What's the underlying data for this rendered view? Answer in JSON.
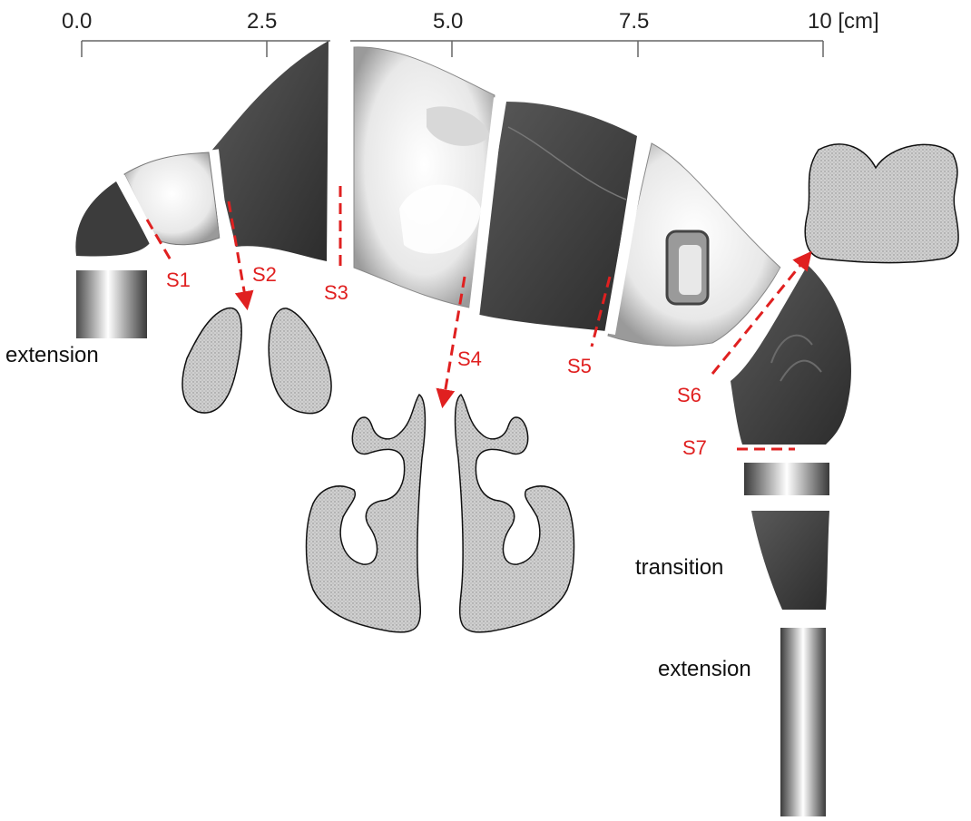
{
  "scale": {
    "ticks": [
      "0.0",
      "2.5",
      "5.0",
      "7.5",
      "10 [cm]"
    ],
    "color": "#666666"
  },
  "sections": {
    "color": "#e02020",
    "labels": [
      "S1",
      "S2",
      "S3",
      "S4",
      "S5",
      "S6",
      "S7"
    ]
  },
  "parts": {
    "extension_left": "extension",
    "transition": "transition",
    "extension_bottom": "extension"
  },
  "colors": {
    "model_dark": "#3f3f3f",
    "model_light": "#f0f0f0",
    "cross_section_fill": "#c8c8c8",
    "cross_section_outline": "#111111"
  }
}
